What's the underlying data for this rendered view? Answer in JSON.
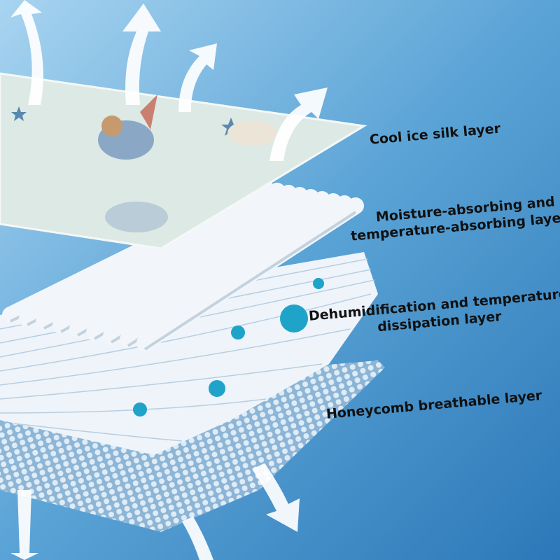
{
  "labels": {
    "cool_ice_silk": "Cool ice silk layer",
    "moisture_line1": "Moisture-absorbing and",
    "moisture_line2": "temperature-absorbing layer",
    "dehumid_line1": "Dehumidification and temperature",
    "dehumid_line2": "dissipation layer",
    "honeycomb": "Honeycomb breathable layer"
  },
  "colors": {
    "background_top": "#8fc6ea",
    "background_bottom": "#2f7fbf",
    "silk_layer": "#dde9e4",
    "accent_teal": "#1fa3c9"
  }
}
